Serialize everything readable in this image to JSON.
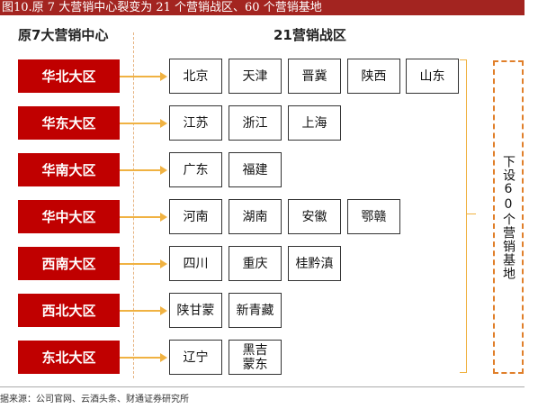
{
  "title": "图10.原 7 大营销中心裂变为 21 个营销战区、60 个营销基地",
  "left_header": "原7大营销中心",
  "right_header": "21营销战区",
  "centers": [
    {
      "name": "华北大区",
      "regions": [
        "北京",
        "天津",
        "晋冀",
        "陕西",
        "山东"
      ]
    },
    {
      "name": "华东大区",
      "regions": [
        "江苏",
        "浙江",
        "上海"
      ]
    },
    {
      "name": "华南大区",
      "regions": [
        "广东",
        "福建"
      ]
    },
    {
      "name": "华中大区",
      "regions": [
        "河南",
        "湖南",
        "安徽",
        "鄂赣"
      ]
    },
    {
      "name": "西南大区",
      "regions": [
        "四川",
        "重庆",
        "桂黔滇"
      ]
    },
    {
      "name": "西北大区",
      "regions": [
        "陕甘蒙",
        "新青藏"
      ]
    },
    {
      "name": "东北大区",
      "regions": [
        "辽宁",
        "黑吉\n蒙东"
      ]
    }
  ],
  "base_label": "下设60个营销基地",
  "source": "据来源：公司官网、云酒头条、财通证券研究所",
  "colors": {
    "banner": "#a32420",
    "center_fill": "#c00000",
    "arrow": "#f0b242",
    "base_border": "#e07f2a"
  }
}
